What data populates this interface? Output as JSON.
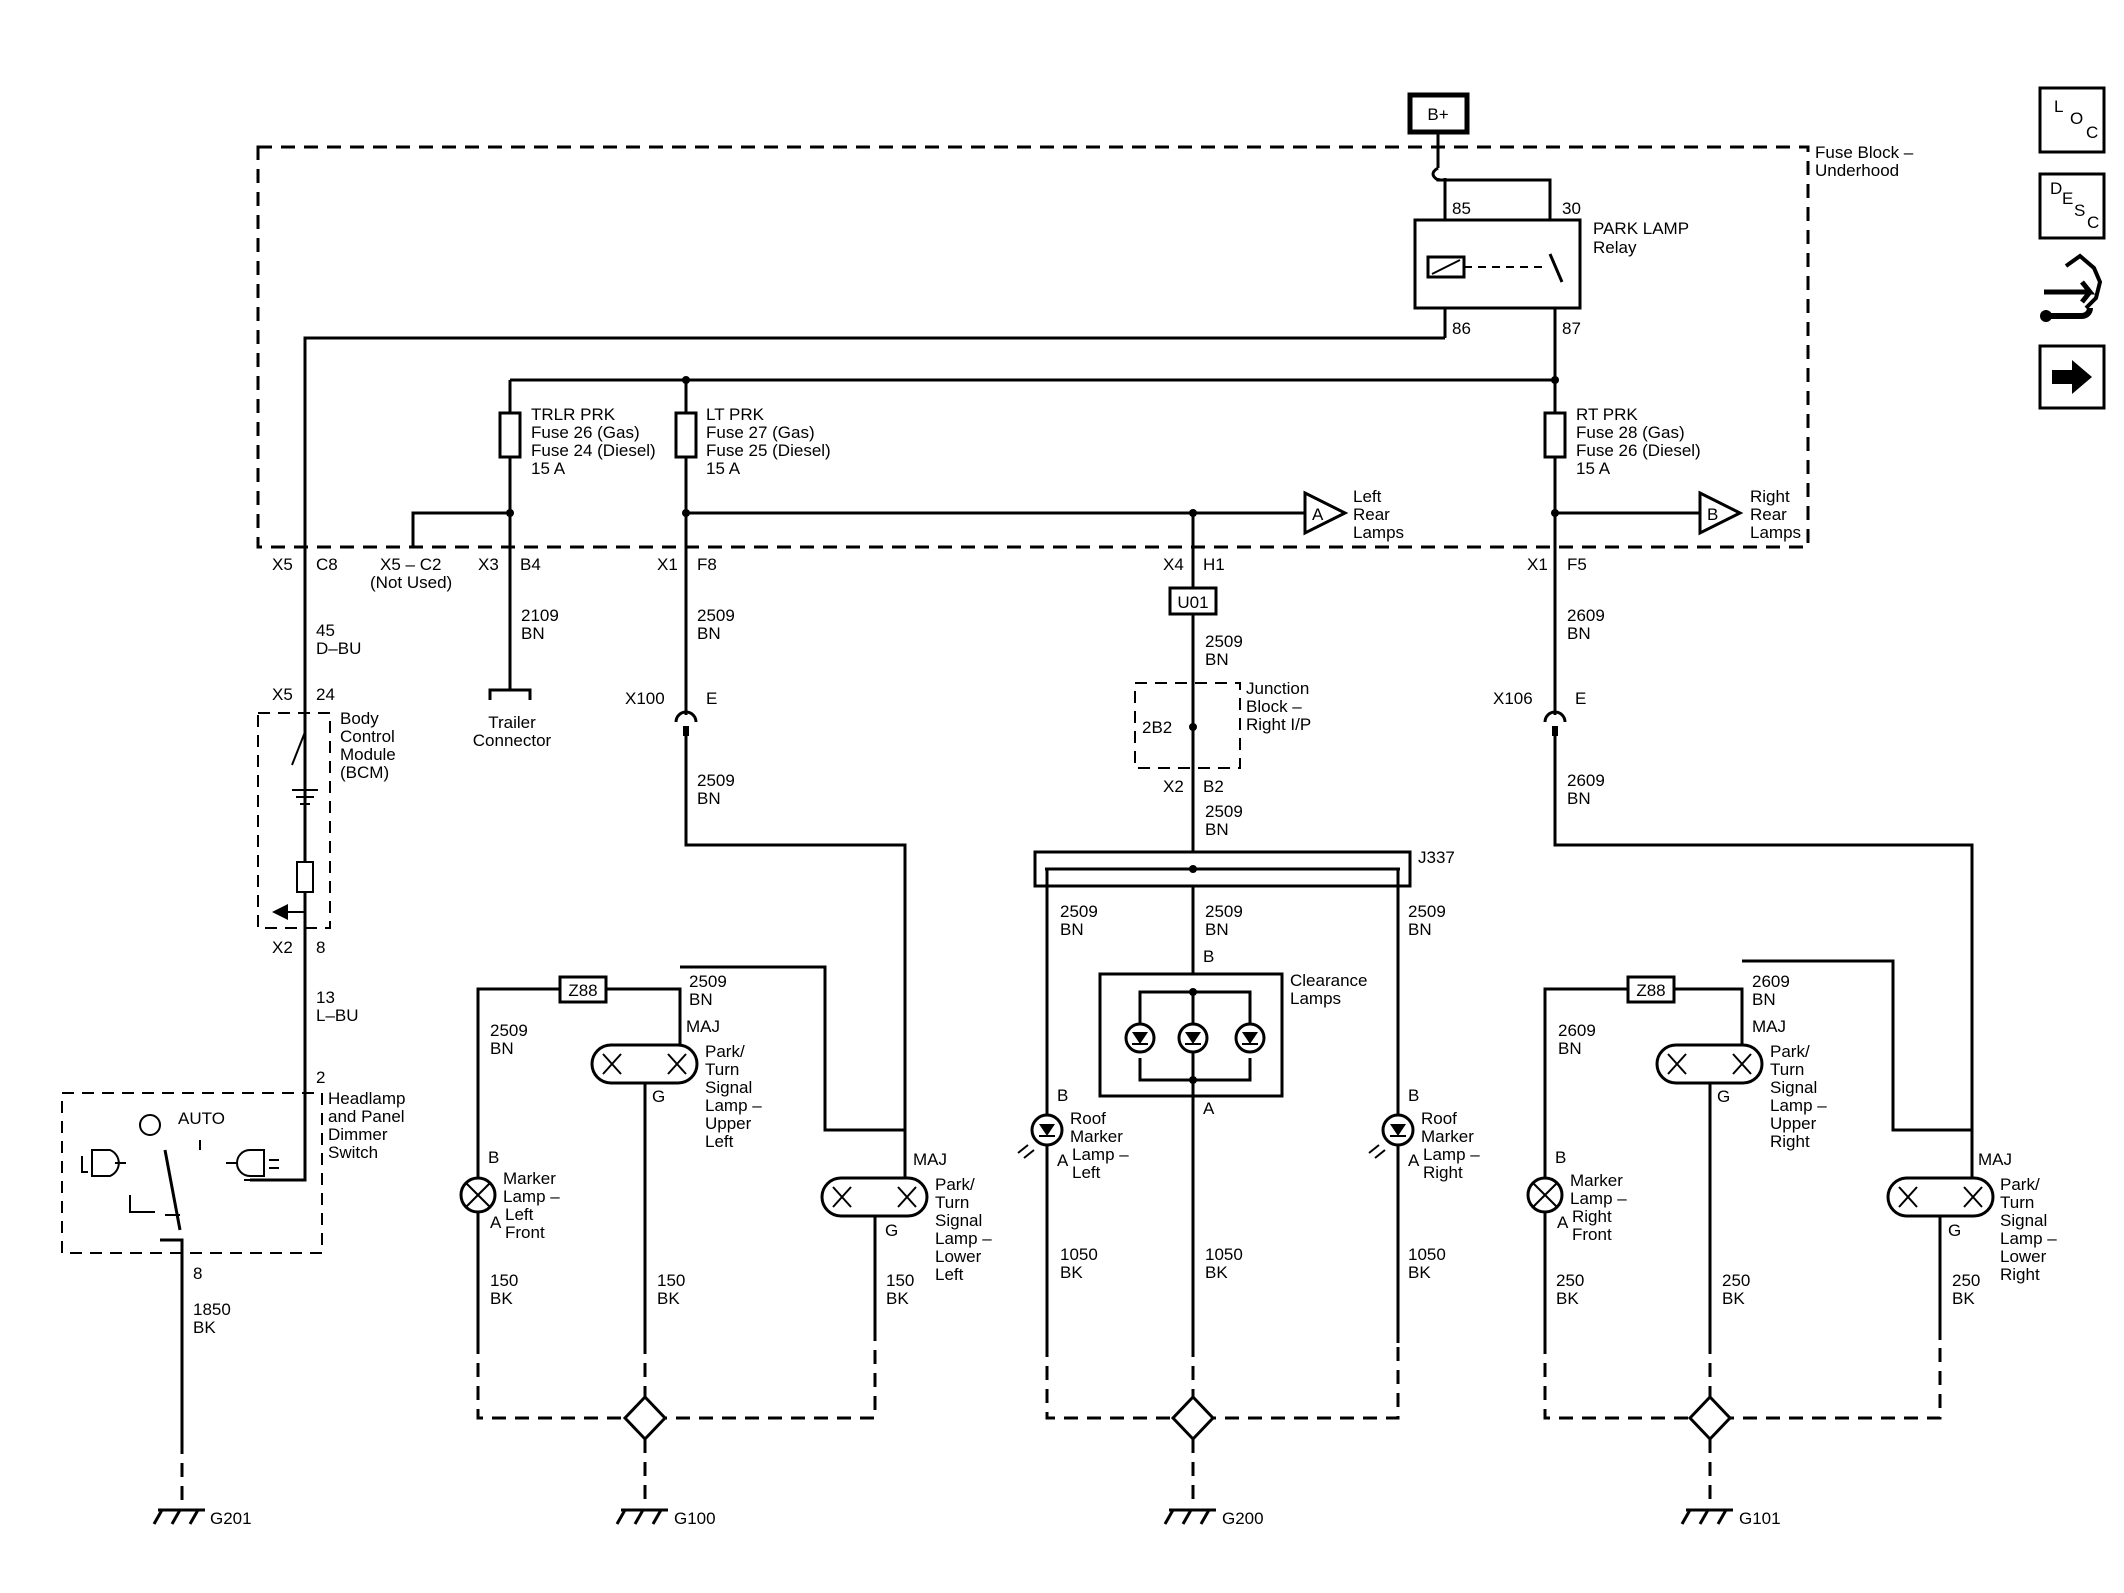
{
  "supply": "B+",
  "fuse_block": {
    "title_l1": "Fuse Block –",
    "title_l2": "Underhood"
  },
  "relay": {
    "name_l1": "PARK LAMP",
    "name_l2": "Relay",
    "pin85": "85",
    "pin30": "30",
    "pin86": "86",
    "pin87": "87"
  },
  "fuses": {
    "trlr": {
      "l1": "TRLR PRK",
      "l2": "Fuse 26 (Gas)",
      "l3": "Fuse 24 (Diesel)",
      "l4": "15 A"
    },
    "lt": {
      "l1": "LT PRK",
      "l2": "Fuse 27 (Gas)",
      "l3": "Fuse 25 (Diesel)",
      "l4": "15 A"
    },
    "rt": {
      "l1": "RT PRK",
      "l2": "Fuse 28 (Gas)",
      "l3": "Fuse 26 (Diesel)",
      "l4": "15 A"
    }
  },
  "refs": {
    "left_rear": {
      "tag": "A",
      "l1": "Left",
      "l2": "Rear",
      "l3": "Lamps"
    },
    "right_rear": {
      "tag": "B",
      "l1": "Right",
      "l2": "Rear",
      "l3": "Lamps"
    }
  },
  "connectors": {
    "x5": "X5",
    "c8": "C8",
    "x5c2": "X5 – C2",
    "not_used": "(Not Used)",
    "x3": "X3",
    "b4": "B4",
    "x1a": "X1",
    "f8": "F8",
    "x4": "X4",
    "h1": "H1",
    "x1b": "X1",
    "f5": "F5",
    "x5b": "X5",
    "p24": "24",
    "x2a": "X2",
    "p8a": "8",
    "p2": "2",
    "p8b": "8",
    "x100": "X100",
    "e1": "E",
    "x106": "X106",
    "e2": "E",
    "x2b": "X2",
    "b2": "B2",
    "j337": "J337",
    "u01": "U01",
    "jb": "2B2",
    "z88a": "Z88",
    "z88b": "Z88"
  },
  "wires": {
    "w45": {
      "n": "45",
      "c": "D–BU"
    },
    "w2109": {
      "n": "2109",
      "c": "BN"
    },
    "w2509a": {
      "n": "2509",
      "c": "BN"
    },
    "w2509b": {
      "n": "2509",
      "c": "BN"
    },
    "w2609a": {
      "n": "2609",
      "c": "BN"
    },
    "w2609b": {
      "n": "2609",
      "c": "BN"
    },
    "w2509c": {
      "n": "2509",
      "c": "BN"
    },
    "w2509d": {
      "n": "2509",
      "c": "BN"
    },
    "w13": {
      "n": "13",
      "c": "L–BU"
    },
    "w1850": {
      "n": "1850",
      "c": "BK"
    },
    "w2509_ml": {
      "n": "2509",
      "c": "BN"
    },
    "w2509_mu": {
      "n": "2509",
      "c": "BN"
    },
    "w150a": {
      "n": "150",
      "c": "BK"
    },
    "w150b": {
      "n": "150",
      "c": "BK"
    },
    "w150c": {
      "n": "150",
      "c": "BK"
    },
    "w2509_jl": {
      "n": "2509",
      "c": "BN"
    },
    "w2509_jm": {
      "n": "2509",
      "c": "BN"
    },
    "w2509_jr": {
      "n": "2509",
      "c": "BN"
    },
    "w1050a": {
      "n": "1050",
      "c": "BK"
    },
    "w1050b": {
      "n": "1050",
      "c": "BK"
    },
    "w1050c": {
      "n": "1050",
      "c": "BK"
    },
    "w2609_mr": {
      "n": "2609",
      "c": "BN"
    },
    "w2609_mu": {
      "n": "2609",
      "c": "BN"
    },
    "w250a": {
      "n": "250",
      "c": "BK"
    },
    "w250b": {
      "n": "250",
      "c": "BK"
    },
    "w250c": {
      "n": "250",
      "c": "BK"
    }
  },
  "bcm": {
    "l1": "Body",
    "l2": "Control",
    "l3": "Module",
    "l4": "(BCM)"
  },
  "trailer": {
    "l1": "Trailer",
    "l2": "Connector"
  },
  "junction": {
    "l1": "Junction",
    "l2": "Block –",
    "l3": "Right I/P"
  },
  "switch": {
    "l1": "Headlamp",
    "l2": "and Panel",
    "l3": "Dimmer",
    "l4": "Switch",
    "auto": "AUTO"
  },
  "lamps": {
    "marker_lf": {
      "l1": "Marker",
      "l2": "Lamp –",
      "l3": "Left",
      "l4": "Front",
      "a": "A",
      "b": "B"
    },
    "park_ul": {
      "l1": "Park/",
      "l2": "Turn",
      "l3": "Signal",
      "l4": "Lamp –",
      "l5": "Upper",
      "l6": "Left",
      "maj": "MAJ",
      "g": "G"
    },
    "park_ll": {
      "l1": "Park/",
      "l2": "Turn",
      "l3": "Signal",
      "l4": "Lamp –",
      "l5": "Lower",
      "l6": "Left",
      "maj": "MAJ",
      "g": "G"
    },
    "clearance": {
      "l1": "Clearance",
      "l2": "Lamps",
      "a": "A",
      "b": "B"
    },
    "roof_l": {
      "l1": "Roof",
      "l2": "Marker",
      "l3": "Lamp –",
      "l4": "Left",
      "a": "A",
      "b": "B"
    },
    "roof_r": {
      "l1": "Roof",
      "l2": "Marker",
      "l3": "Lamp –",
      "l4": "Right",
      "a": "A",
      "b": "B"
    },
    "marker_rf": {
      "l1": "Marker",
      "l2": "Lamp –",
      "l3": "Right",
      "l4": "Front",
      "a": "A",
      "b": "B"
    },
    "park_ur": {
      "l1": "Park/",
      "l2": "Turn",
      "l3": "Signal",
      "l4": "Lamp –",
      "l5": "Upper",
      "l6": "Right",
      "maj": "MAJ",
      "g": "G"
    },
    "park_lr": {
      "l1": "Park/",
      "l2": "Turn",
      "l3": "Signal",
      "l4": "Lamp –",
      "l5": "Lower",
      "l6": "Right",
      "maj": "MAJ",
      "g": "G"
    }
  },
  "grounds": {
    "g201": "G201",
    "g100": "G100",
    "g200": "G200",
    "g101": "G101"
  },
  "nav": {
    "loc": {
      "l": "L",
      "o": "O",
      "c": "C"
    },
    "desc": {
      "d": "D",
      "e": "E",
      "s": "S",
      "c": "C"
    }
  }
}
